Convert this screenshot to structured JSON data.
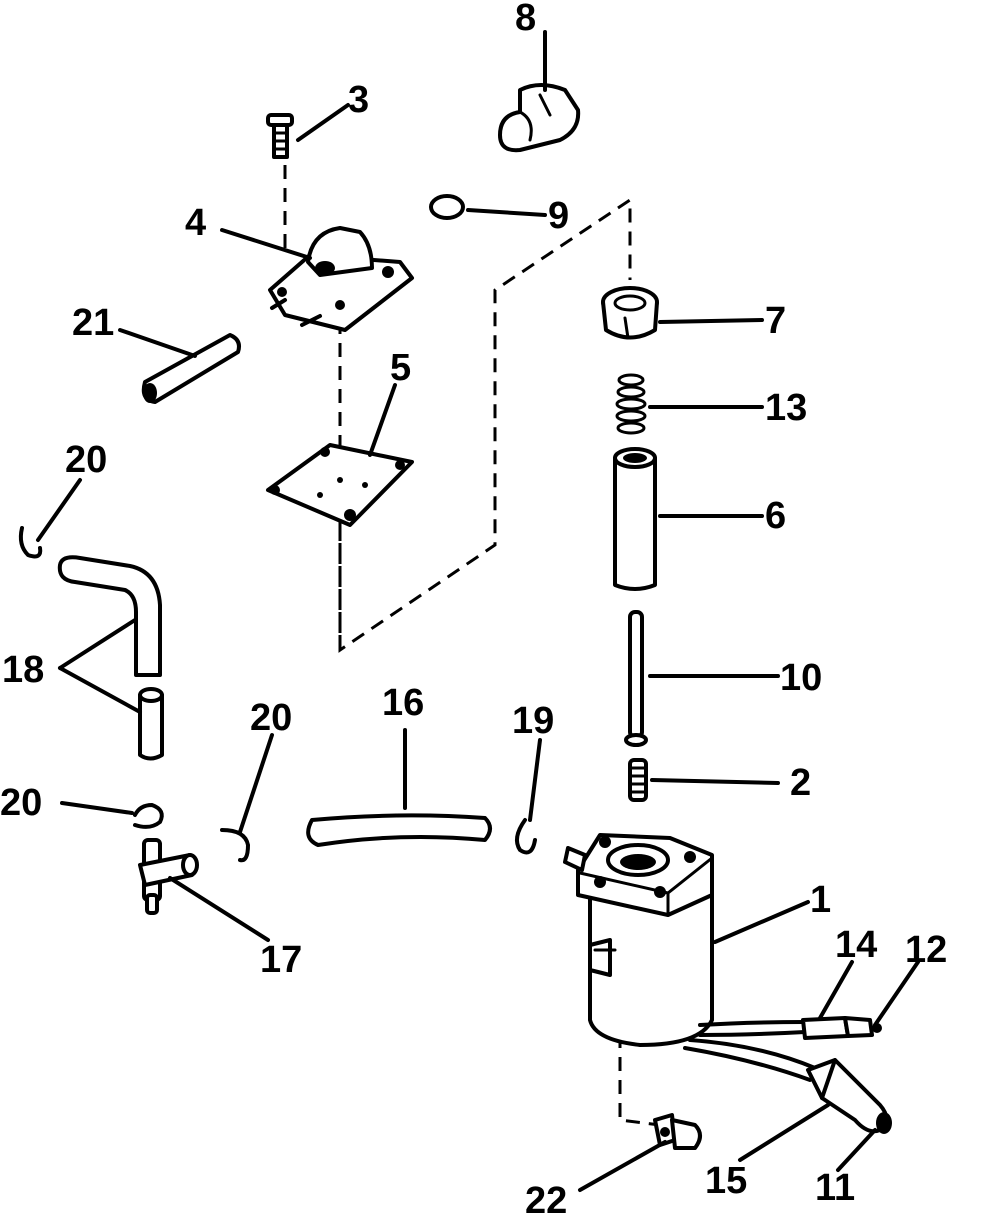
{
  "callouts": {
    "c1": "1",
    "c2": "2",
    "c3": "3",
    "c4": "4",
    "c5": "5",
    "c6": "6",
    "c7": "7",
    "c8": "8",
    "c9": "9",
    "c10": "10",
    "c11": "11",
    "c12": "12",
    "c13": "13",
    "c14": "14",
    "c15": "15",
    "c16": "16",
    "c17": "17",
    "c18": "18",
    "c19": "19",
    "c20a": "20",
    "c20b": "20",
    "c20c": "20",
    "c21": "21",
    "c22": "22"
  },
  "colors": {
    "ink": "#000000",
    "paper": "#ffffff"
  }
}
